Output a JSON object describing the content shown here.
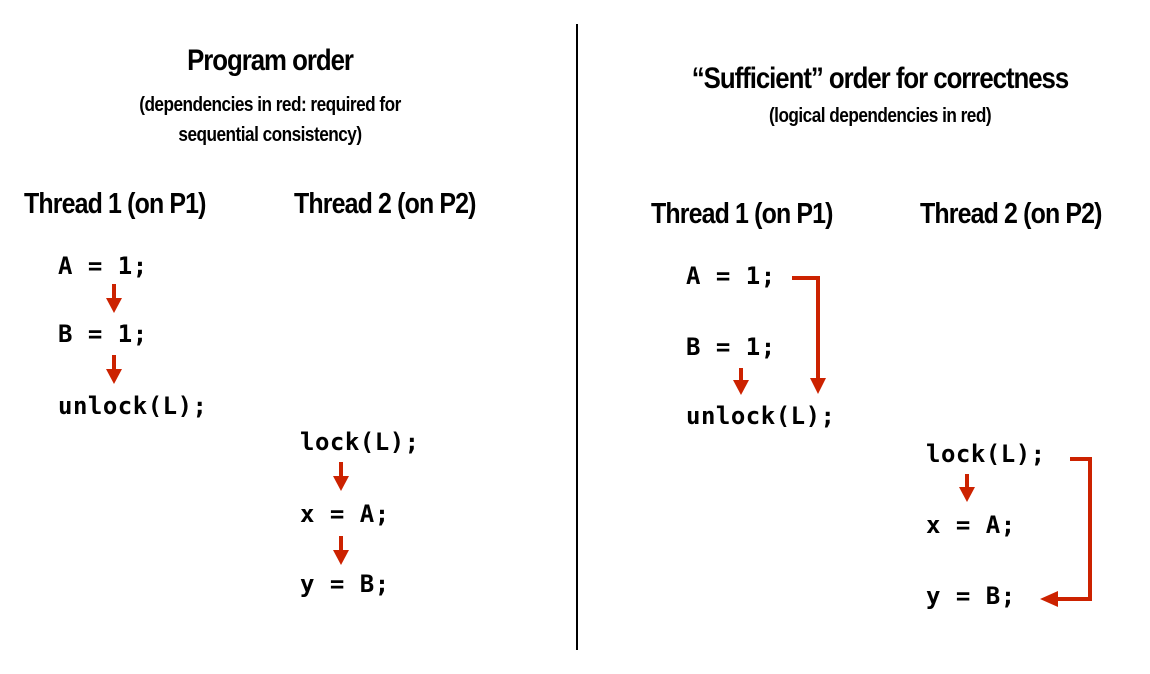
{
  "colors": {
    "arrow": "#cc2200",
    "text": "#000000"
  },
  "left": {
    "title": "Program order",
    "subtitle_line1": "(dependencies in red: required for",
    "subtitle_line2": "sequential consistency)",
    "thread1_heading": "Thread 1 (on P1)",
    "thread2_heading": "Thread 2 (on P2)",
    "thread1_code": [
      "A = 1;",
      "B = 1;",
      "unlock(L);"
    ],
    "thread2_code": [
      "lock(L);",
      "x = A;",
      "y = B;"
    ]
  },
  "right": {
    "title": "“Sufficient” order for correctness",
    "subtitle": "(logical dependencies in red)",
    "thread1_heading": "Thread 1 (on P1)",
    "thread2_heading": "Thread 2 (on P2)",
    "thread1_code": [
      "A = 1;",
      "B = 1;",
      "unlock(L);"
    ],
    "thread2_code": [
      "lock(L);",
      "x = A;",
      "y = B;"
    ]
  }
}
